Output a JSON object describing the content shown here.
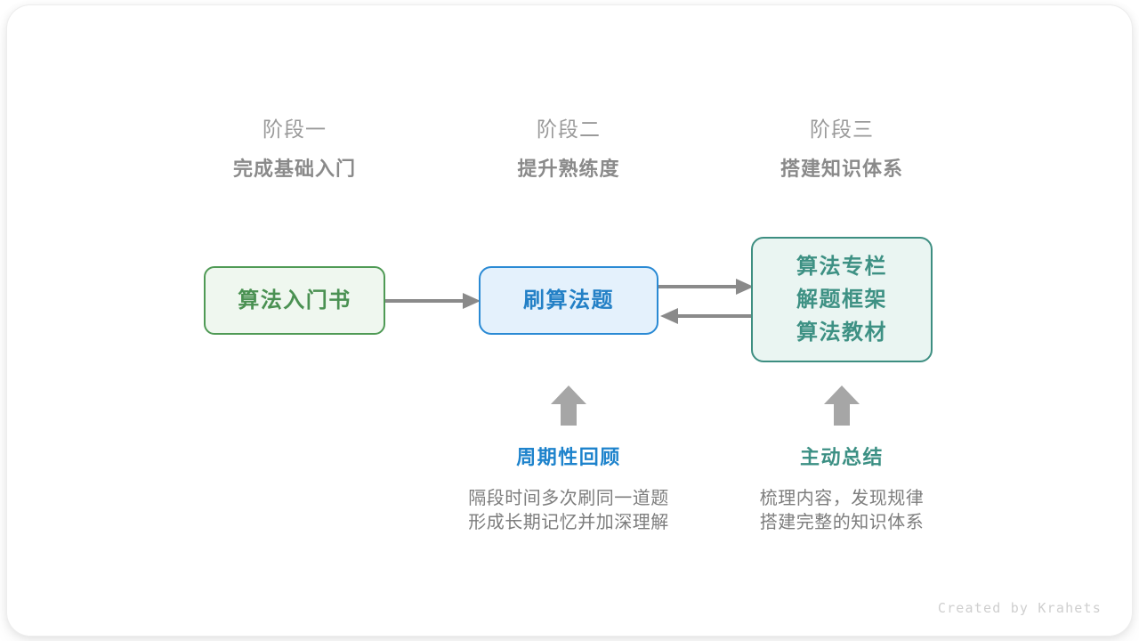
{
  "diagram": {
    "title_credit": "Created by Krahets",
    "stages": [
      {
        "name": "阶段一",
        "goal": "完成基础入门"
      },
      {
        "name": "阶段二",
        "goal": "提升熟练度"
      },
      {
        "name": "阶段三",
        "goal": "搭建知识体系"
      }
    ],
    "nodes": [
      {
        "id": "book",
        "lines": [
          "算法入门书"
        ],
        "accent": "#4f9a55",
        "fill": "#eff7ef",
        "text_color": "#4a9152"
      },
      {
        "id": "practice",
        "lines": [
          "刷算法题"
        ],
        "accent": "#2a8ad4",
        "fill": "#e4f1fc",
        "text_color": "#2380c6"
      },
      {
        "id": "resources",
        "lines": [
          "算法专栏",
          "解题框架",
          "算法教材"
        ],
        "accent": "#3d8e81",
        "fill": "#eaf5f2",
        "text_color": "#3e9184"
      }
    ],
    "connectors": [
      {
        "id": "book-to-practice",
        "from": "book",
        "to": "practice",
        "direction": "right",
        "color": "#8a8a8a"
      },
      {
        "id": "practice-to-resources",
        "from": "practice",
        "to": "resources",
        "direction": "right",
        "color": "#8a8a8a"
      },
      {
        "id": "resources-to-practice",
        "from": "resources",
        "to": "practice",
        "direction": "left",
        "color": "#8a8a8a"
      }
    ],
    "boosts": [
      {
        "id": "review",
        "title": "周期性回顾",
        "title_color": "#1e83cc",
        "desc_line1": "隔段时间多次刷同一道题",
        "desc_line2": "形成长期记忆并加深理解",
        "arrow_color": "#a6a6a6"
      },
      {
        "id": "summary",
        "title": "主动总结",
        "title_color": "#3c9084",
        "desc_line1": "梳理内容，发现规律",
        "desc_line2": "搭建完整的知识体系",
        "arrow_color": "#a6a6a6"
      }
    ]
  }
}
